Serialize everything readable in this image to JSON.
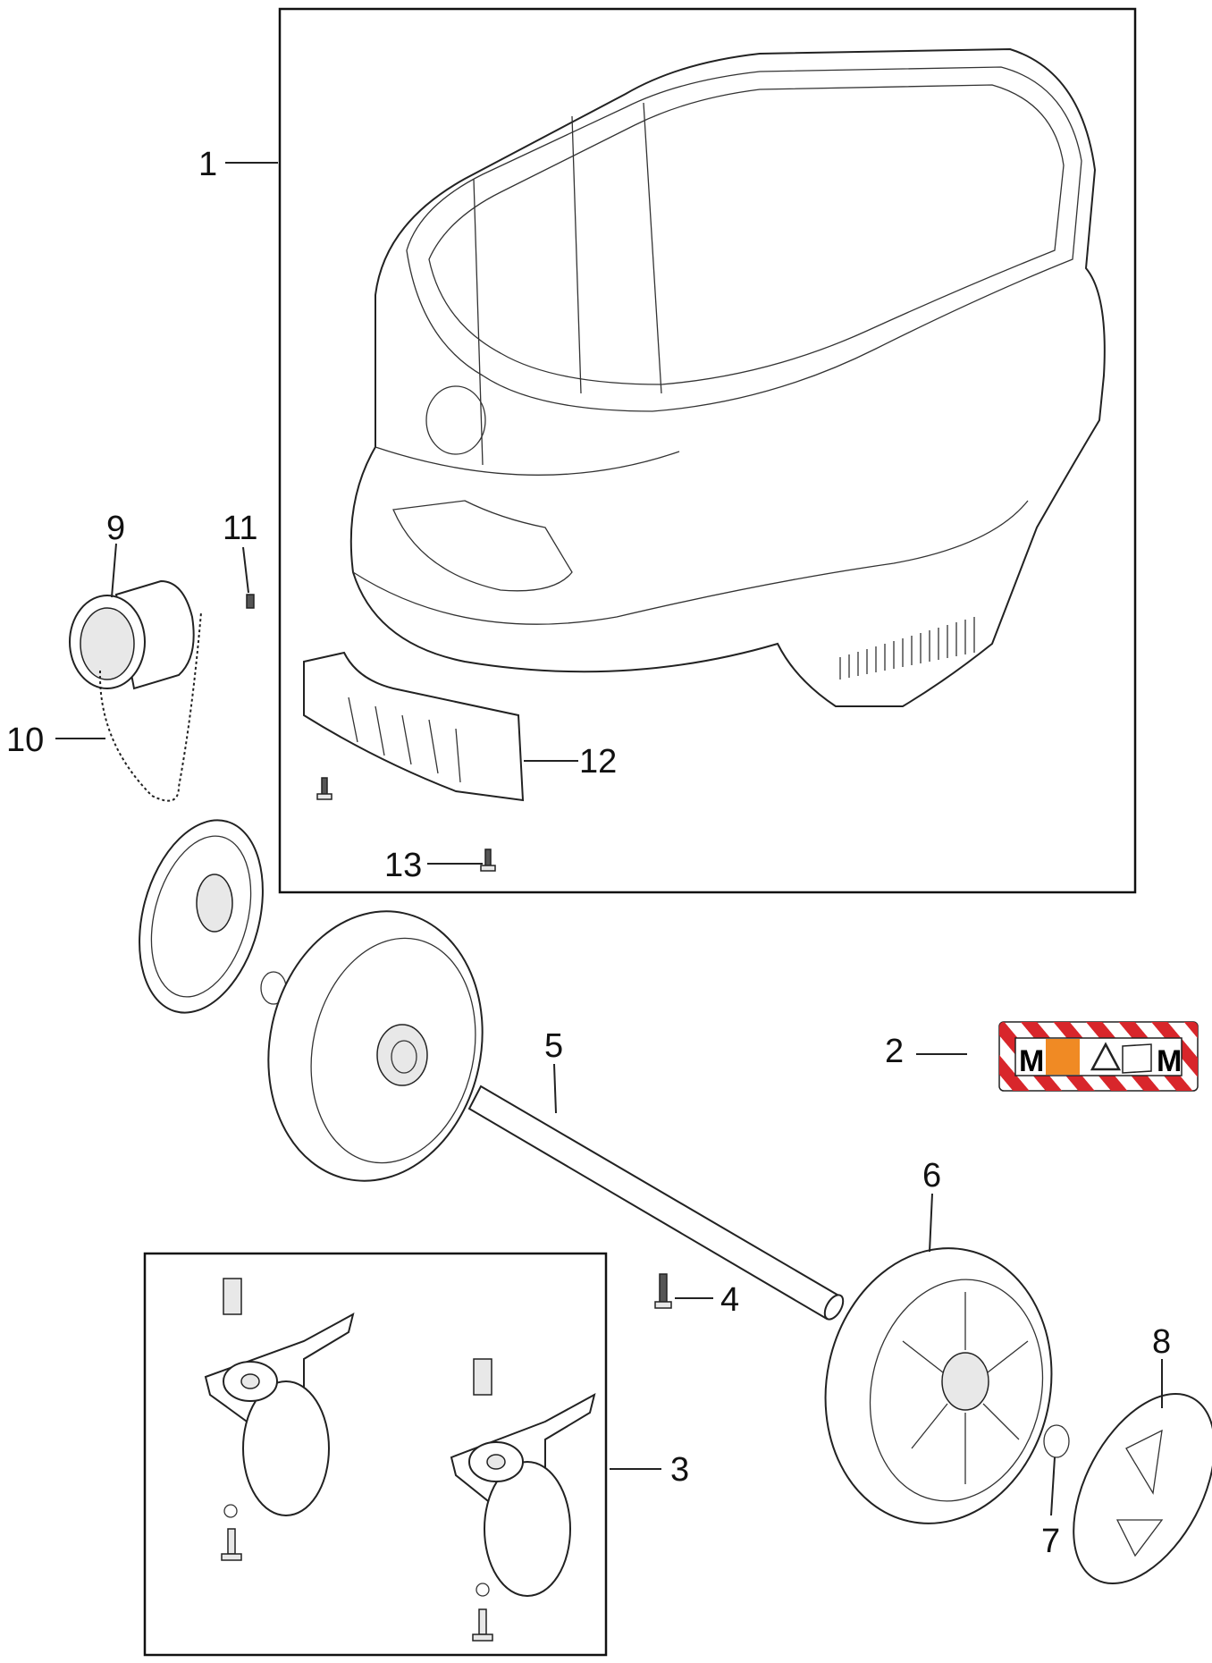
{
  "callouts": {
    "c1": "1",
    "c2": "2",
    "c3": "3",
    "c4": "4",
    "c5": "5",
    "c6": "6",
    "c7": "7",
    "c8": "8",
    "c9": "9",
    "c10": "10",
    "c11": "11",
    "c12": "12",
    "c13": "13"
  },
  "sticker": {
    "left_letter": "M",
    "right_letter": "M",
    "stripe_color": "#d8262b",
    "accent_color": "#f08a24",
    "icons": [
      "orange-warning-square-icon",
      "warning-triangle-icon",
      "manual-info-icon"
    ]
  }
}
